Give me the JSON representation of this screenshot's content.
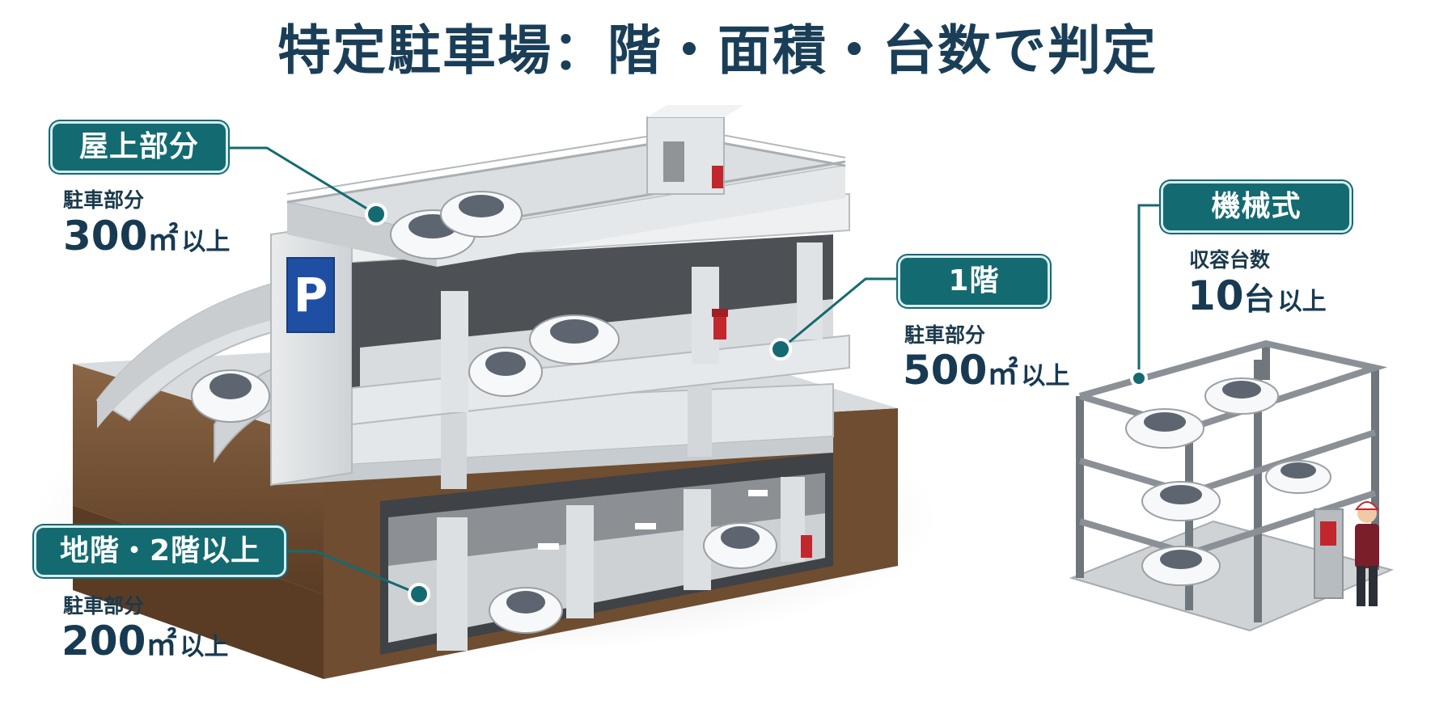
{
  "title": "特定駐車場：階・面積・台数で判定",
  "rooftop": {
    "badge": "屋上部分",
    "label": "駐車部分",
    "value": "300",
    "unit": "㎡",
    "suffix": "以上"
  },
  "first_floor": {
    "badge": "1階",
    "label": "駐車部分",
    "value": "500",
    "unit": "㎡",
    "suffix": "以上"
  },
  "basement": {
    "badge": "地階・2階以上",
    "label": "駐車部分",
    "value": "200",
    "unit": "㎡",
    "suffix": "以上"
  },
  "mechanical": {
    "badge": "機械式",
    "label": "収容台数",
    "value": "10",
    "unit": "台",
    "suffix": "以上"
  },
  "parking_sign": "P",
  "colors": {
    "accent": "#146a71",
    "title": "#1a3e57",
    "parking_sign": "#1e4fa3",
    "extinguisher": "#c1272d",
    "earth": "#6b4a2f"
  }
}
